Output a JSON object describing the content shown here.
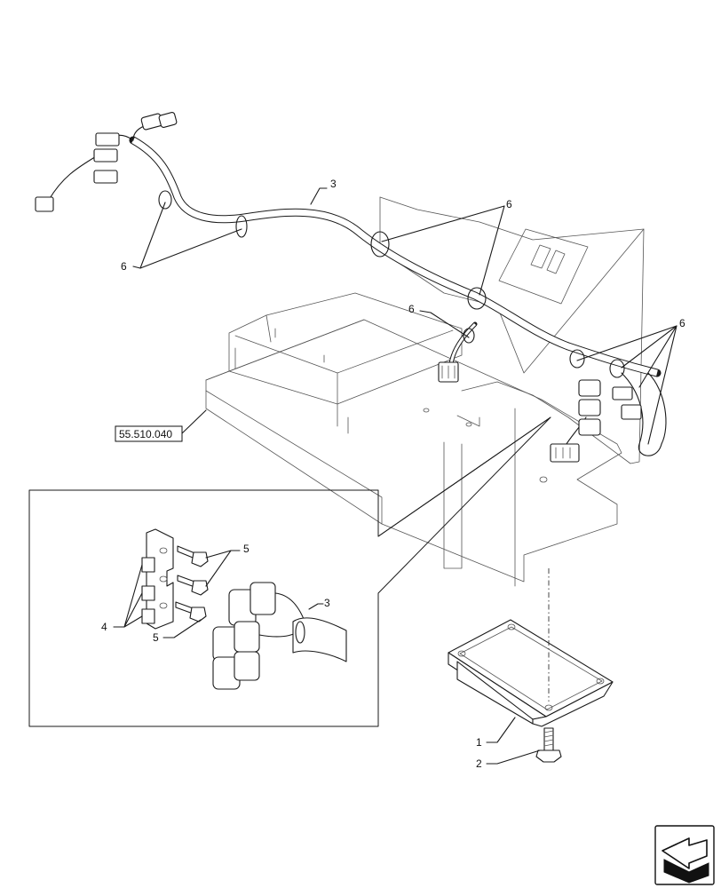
{
  "callouts": {
    "c1": "1",
    "c2": "2",
    "c3_main": "3",
    "c3_detail": "3",
    "c4": "4",
    "c5_upper": "5",
    "c5_lower": "5",
    "c6_left": "6",
    "c6_top": "6",
    "c6_mid": "6",
    "c6_right": "6"
  },
  "reference": {
    "code": "55.510.040"
  },
  "icons": {
    "nav": "next-page-arrow-icon"
  }
}
